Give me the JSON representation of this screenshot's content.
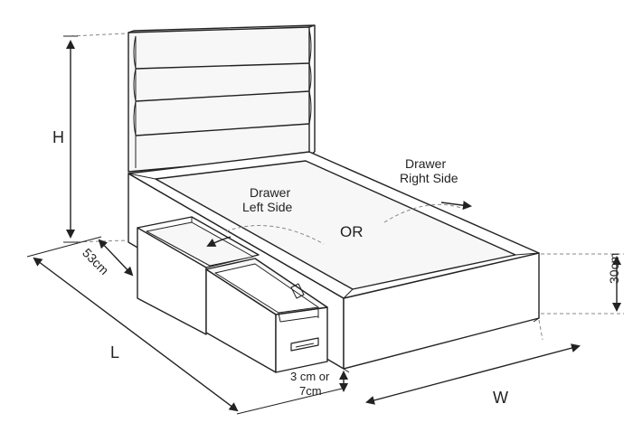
{
  "labels": {
    "height": "H",
    "depth_drawer": "53cm",
    "length": "L",
    "width": "W",
    "base_height": "30cm",
    "leg_line1": "3 cm or",
    "leg_line2": "7cm",
    "drawer_left_line1": "Drawer",
    "drawer_left_line2": "Left Side",
    "drawer_right_line1": "Drawer",
    "drawer_right_line2": "Right Side",
    "or": "OR"
  },
  "colors": {
    "line": "#222222",
    "fill": "#ffffff",
    "shade": "#f7f7f7",
    "dash": "#888888"
  },
  "icons": [
    "arrow-curved-left-icon",
    "arrow-curved-right-icon"
  ]
}
